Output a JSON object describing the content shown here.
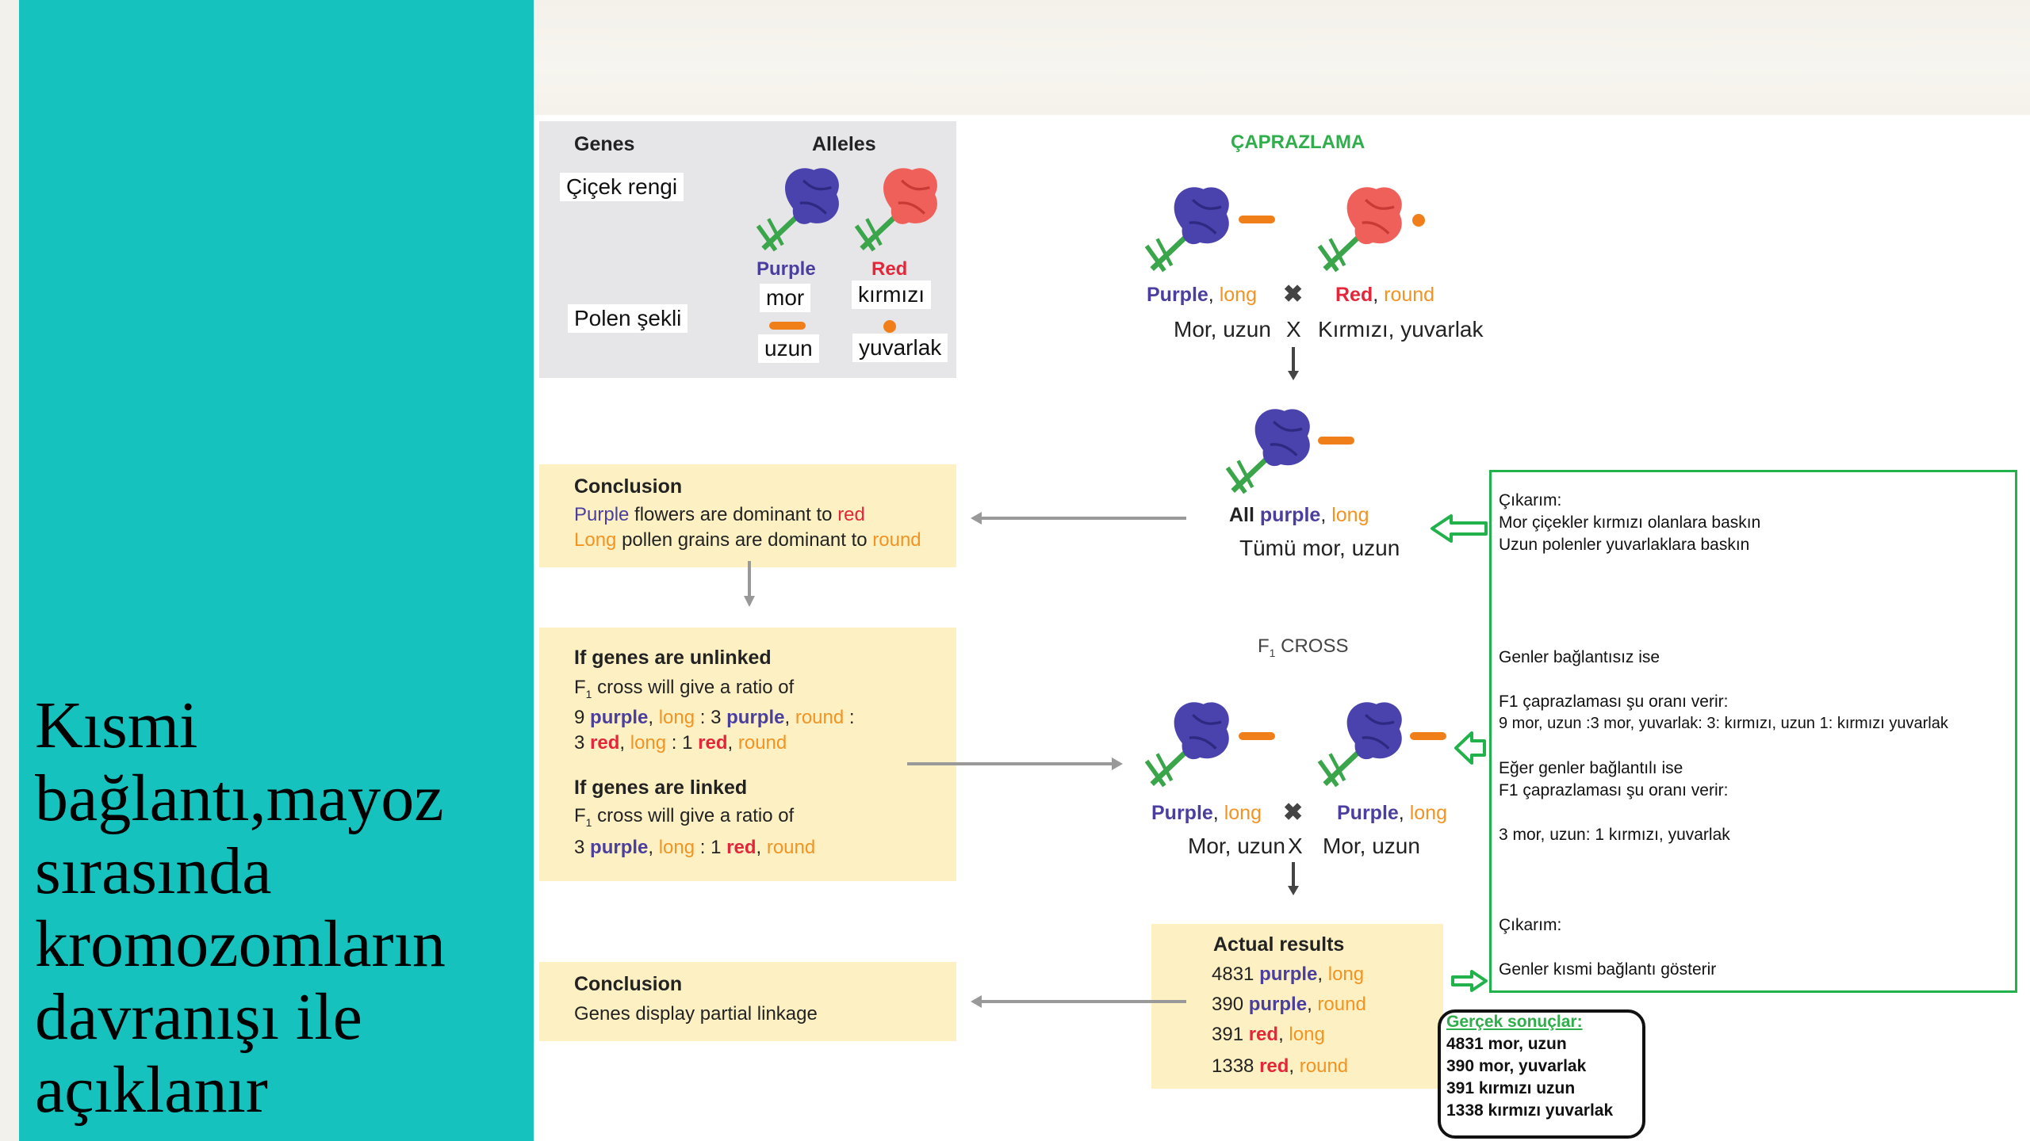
{
  "slide": {
    "title": "Kısmi\nbağlantı,mayoz\nsırasında\nkromozomların\ndavranışı ile\naçıklanır"
  },
  "colors": {
    "panel": "#16c2bd",
    "purple": "#4a3f9e",
    "red": "#e4263a",
    "orange": "#f39322",
    "green": "#22b24c"
  },
  "alleles": {
    "genes_header": "Genes",
    "alleles_header": "Alleles",
    "gene1": "Çiçek rengi",
    "gene2": "Polen şekli",
    "purple": "Purple",
    "red": "Red",
    "mor": "mor",
    "kirmizi": "kırmızı",
    "uzun": "uzun",
    "yuvarlak": "yuvarlak"
  },
  "cross": {
    "title": "ÇAPRAZLAMA",
    "p1_color": "Purple",
    "comma": ",",
    "p1_shape": "long",
    "p2_color": "Red",
    "p2_shape": "round",
    "p1_tr": "Mor, uzun",
    "x": "X",
    "times": "✖",
    "p2_tr": "Kırmızı, yuvarlak",
    "f1_all": "All",
    "f1_color": "purple",
    "f1_shape": "long",
    "f1_tr": "Tümü mor, uzun",
    "f1_cross_f": "F",
    "f1_cross_sub": "1",
    "f1_cross_label": "CROSS",
    "f1a_color": "Purple",
    "f1a_shape": "long",
    "f1b_color": "Purple",
    "f1b_shape": "long",
    "f1a_tr": "Mor, uzun",
    "f1b_tr": "Mor, uzun"
  },
  "conclusion1": {
    "title": "Conclusion",
    "line1_a": "Purple",
    "line1_b": "flowers are dominant to",
    "line1_c": "red",
    "line2_a": "Long",
    "line2_b": "pollen grains are dominant to",
    "line2_c": "round"
  },
  "hypotheses": {
    "unlinked_title": "If genes are unlinked",
    "unlinked_intro_f": "F",
    "unlinked_intro_sub": "1",
    "unlinked_intro": "cross will give a ratio of",
    "u_n1": "9",
    "u_c1": "purple",
    "u_s1": "long",
    "u_sep1": ":",
    "u_n2": "3",
    "u_c2": "purple",
    "u_s2": "round",
    "u_sep2": ":",
    "u_n3": "3",
    "u_c3": "red",
    "u_s3": "long",
    "u_sep3": ":",
    "u_n4": "1",
    "u_c4": "red",
    "u_s4": "round",
    "linked_title": "If genes are linked",
    "linked_intro_f": "F",
    "linked_intro_sub": "1",
    "linked_intro": "cross will give a ratio of",
    "l_n1": "3",
    "l_c1": "purple",
    "l_s1": "long",
    "l_sep": ":",
    "l_n2": "1",
    "l_c2": "red",
    "l_s2": "round"
  },
  "conclusion2": {
    "title": "Conclusion",
    "text": "Genes display partial linkage"
  },
  "actual": {
    "title": "Actual results",
    "r1_n": "4831",
    "r1_c": "purple",
    "r1_s": "long",
    "r2_n": "390",
    "r2_c": "purple",
    "r2_s": "round",
    "r3_n": "391",
    "r3_c": "red",
    "r3_s": "long",
    "r4_n": "1338",
    "r4_c": "red",
    "r4_s": "round"
  },
  "notes": {
    "l1": "Çıkarım:",
    "l2": "Mor çiçekler kırmızı olanlara baskın",
    "l3": "Uzun polenler yuvarlaklara baskın",
    "l4": "Genler bağlantısız ise",
    "l5": "F1 çaprazlaması şu oranı verir:",
    "l6": "9 mor, uzun :3 mor, yuvarlak: 3: kırmızı, uzun 1: kırmızı yuvarlak",
    "l7": "Eğer genler bağlantılı ise",
    "l8": "F1 çaprazlaması şu oranı verir:",
    "l9": "3 mor, uzun: 1 kırmızı, yuvarlak",
    "l10": "Çıkarım:",
    "l11": "Genler kısmi bağlantı gösterir"
  },
  "real_results": {
    "title": "Gerçek sonuçlar:",
    "r1": "4831 mor, uzun",
    "r2": "390 mor, yuvarlak",
    "r3": "391 kırmızı uzun",
    "r4": "1338 kırmızı yuvarlak"
  }
}
